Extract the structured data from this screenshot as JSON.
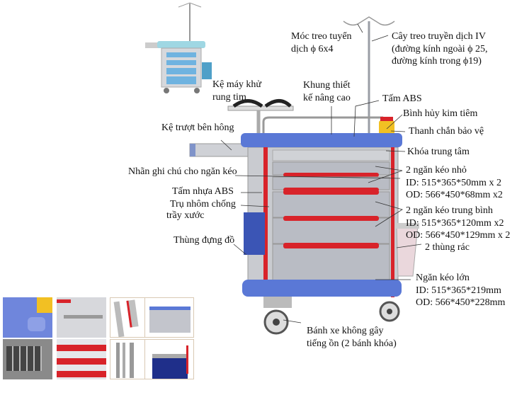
{
  "labels": {
    "iv_hook": [
      "Móc treo tuyển",
      "dịch ϕ 6x4"
    ],
    "iv_pole": [
      "Cây treo truyền dịch IV",
      "(đường kính ngoài ϕ 25,",
      "đường kính trong ϕ19)"
    ],
    "defib_shelf": [
      "Kệ máy khử",
      "rung tim"
    ],
    "frame": [
      "Khung thiết",
      "kế nâng cao"
    ],
    "abs_top": "Tấm ABS",
    "sharps": "Bình hủy kim tiêm",
    "guard_rail": "Thanh chắn bảo vệ",
    "central_lock": "Khóa trung tâm",
    "side_shelf": "Kệ trượt bên hông",
    "drawer_label": "Nhãn ghi chú cho ngăn kéo",
    "abs_panel": "Tấm nhựa ABS",
    "alu_post": [
      "Trụ nhôm chống",
      "trầy xước"
    ],
    "storage_bin": "Thùng đựng đồ",
    "small_drawers": [
      "2 ngăn kéo nhỏ",
      "ID: 515*365*50mm x 2",
      "OD: 566*450*68mm x2"
    ],
    "medium_drawers": [
      "2 ngăn kéo trung bình",
      "ID: 515*365*120mm x2",
      "OD: 566*450*129mm x 2"
    ],
    "trash_bins": "2 thùng rác",
    "large_drawer": [
      "Ngăn kéo lớn",
      "ID: 515*365*219mm",
      "OD: 566*450*228mm"
    ],
    "casters": [
      "Bánh xe không gây",
      "tiếng ồn (2 bánh khóa)"
    ]
  },
  "colors": {
    "blue": "#5a78d6",
    "red": "#d8232a",
    "grey": "#c9cbd0",
    "drawer": "#b9bcc4"
  }
}
